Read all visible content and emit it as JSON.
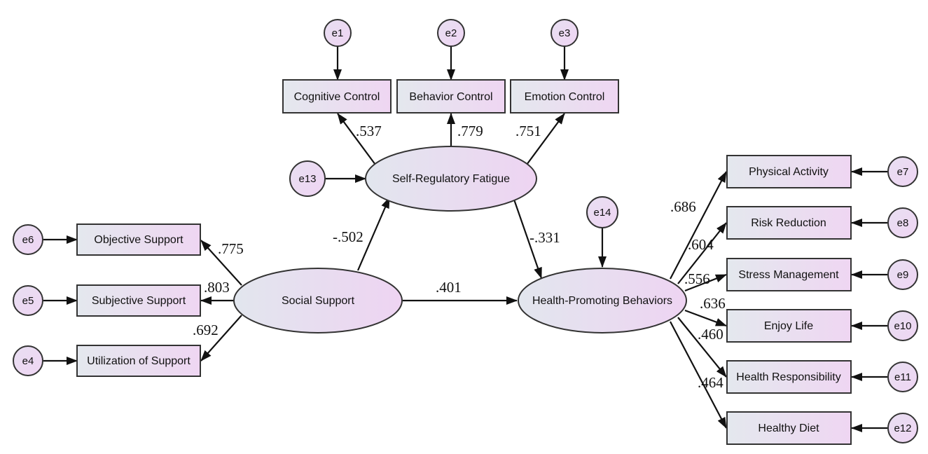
{
  "latent": {
    "fatigue": "Self-Regulatory Fatigue",
    "social": "Social Support",
    "health": "Health-Promoting Behaviors"
  },
  "indicators": {
    "cognitive": "Cognitive Control",
    "behavior": "Behavior Control",
    "emotion": "Emotion Control",
    "objective": "Objective Support",
    "subjective": "Subjective Support",
    "utilization": "Utilization of Support",
    "physical": "Physical Activity",
    "risk": "Risk Reduction",
    "stress": "Stress Management",
    "enjoy": "Enjoy Life",
    "responsibility": "Health Responsibility",
    "diet": "Healthy Diet"
  },
  "errors": {
    "e1": "e1",
    "e2": "e2",
    "e3": "e3",
    "e4": "e4",
    "e5": "e5",
    "e6": "e6",
    "e7": "e7",
    "e8": "e8",
    "e9": "e9",
    "e10": "e10",
    "e11": "e11",
    "e12": "e12",
    "e13": "e13",
    "e14": "e14"
  },
  "coefficients": {
    "cognitive": ".537",
    "behavior": ".779",
    "emotion": ".751",
    "objective": ".775",
    "subjective": ".803",
    "utilization": ".692",
    "social_fatigue": "-.502",
    "fatigue_health": "-.331",
    "social_health": ".401",
    "physical": ".686",
    "risk": ".604",
    "stress": ".556",
    "enjoy": ".636",
    "responsibility": ".460",
    "diet": ".464"
  }
}
